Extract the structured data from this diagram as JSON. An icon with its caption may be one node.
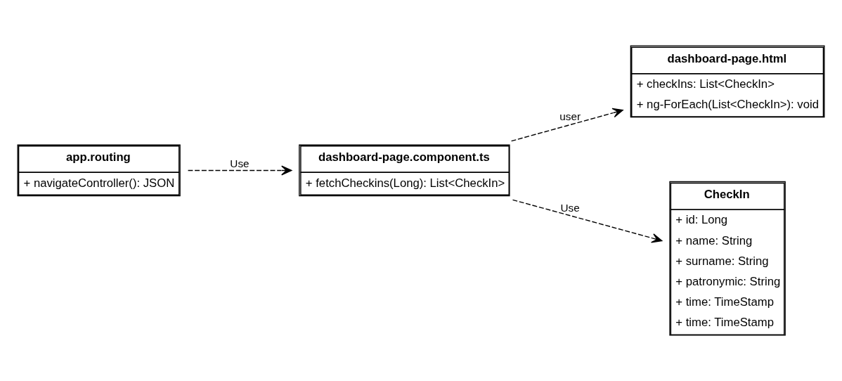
{
  "diagram": {
    "nodes": [
      {
        "text": [
          "dashboard-page.html",
          "+ checkIns: List<CheckIn>",
          "+ ng-ForEach(List<CheckIn>): void"
        ]
      },
      {
        "text": [
          "app.routing",
          "+ navigateController(): JSON"
        ]
      },
      {
        "text": [
          "dashboard-page.component.ts",
          "+ fetchCheckins(Long): List<CheckIn>"
        ]
      },
      {
        "text": [
          "CheckIn",
          "+ id: Long",
          "+ name: String",
          "+ surname: String",
          "+ patronymic: String",
          "+ time: TimeStamp",
          "+ time: TimeStamp"
        ]
      }
    ],
    "edges": [
      {
        "from": 1,
        "to": 2,
        "arrow": "to",
        "label": "Use",
        "style": "dashed"
      },
      {
        "from": 2,
        "to": 0,
        "arrow": "to",
        "label": "user",
        "style": "dashed"
      },
      {
        "from": 2,
        "to": 3,
        "arrow": "to",
        "label": "Use",
        "style": "dashed"
      }
    ]
  }
}
